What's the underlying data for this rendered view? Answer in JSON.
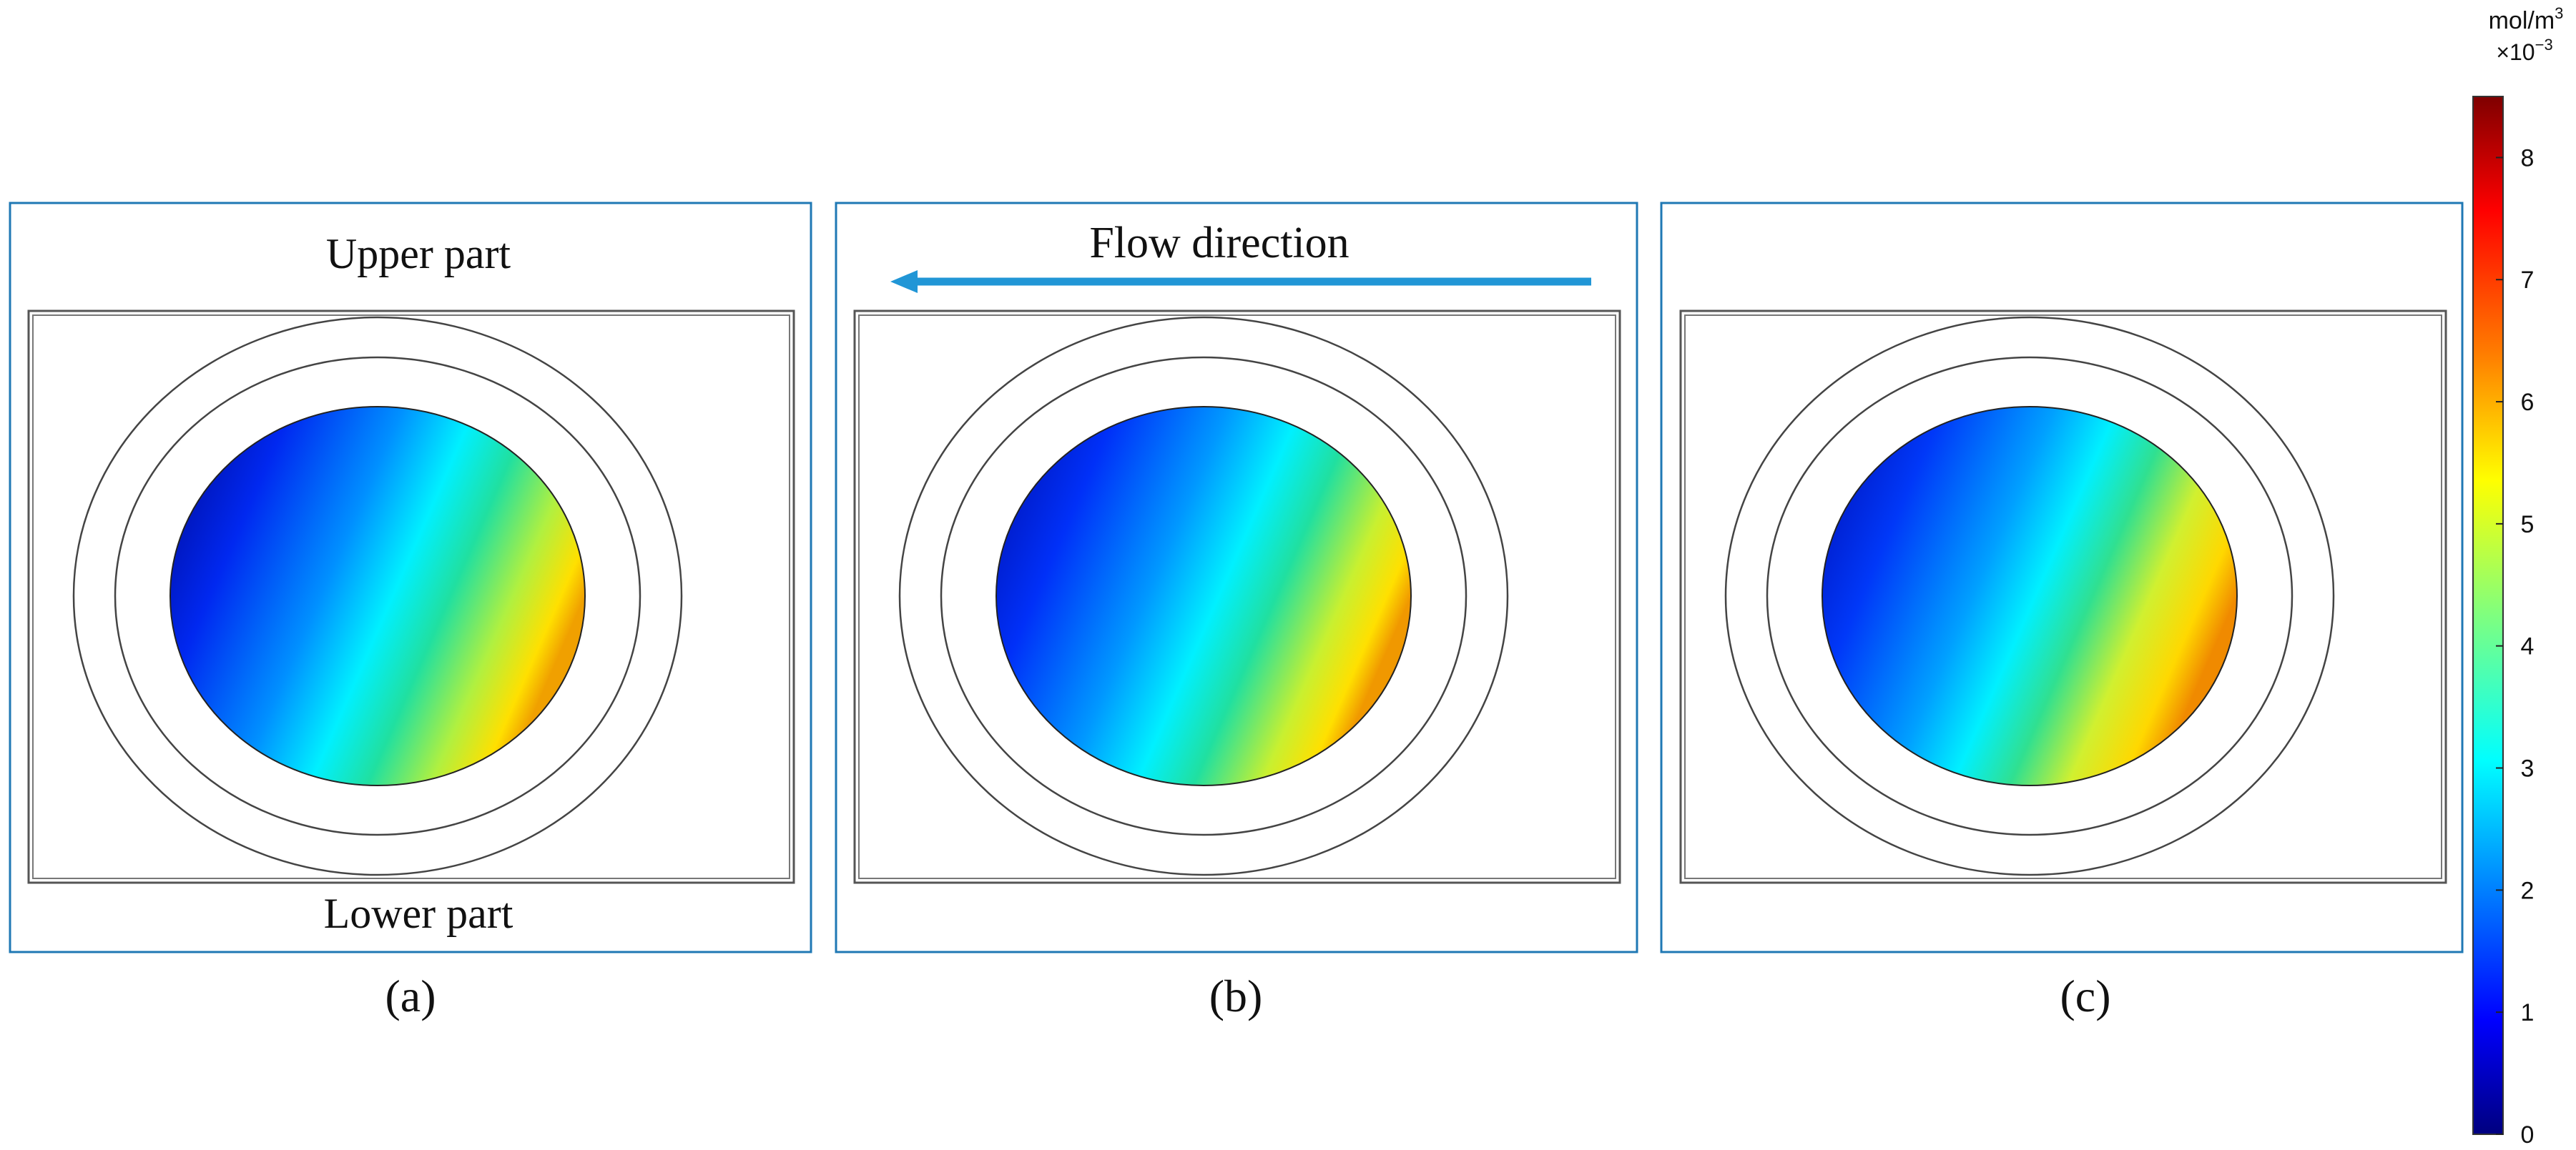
{
  "annotations": {
    "upper_part": "Upper part",
    "lower_part": "Lower part",
    "flow_direction": "Flow direction"
  },
  "panels": [
    {
      "caption": "(a)"
    },
    {
      "caption": "(b)"
    },
    {
      "caption": "(c)"
    }
  ],
  "colorbar": {
    "unit": "mol/m",
    "unit_superscript": "3",
    "scale_prefix": "×10",
    "scale_exponent": "−3",
    "ticks": [
      "8",
      "7",
      "6",
      "5",
      "4",
      "3",
      "2",
      "1",
      "0"
    ],
    "range": [
      0,
      8.5
    ],
    "colormap": "jet",
    "colors": [
      "#00007f",
      "#0000ff",
      "#00ffff",
      "#7fff7f",
      "#ffff00",
      "#ff7f00",
      "#ff0000",
      "#7f0000"
    ]
  },
  "colors": {
    "panel_border": "#1f78b4",
    "arrow": "#2196d6",
    "outline": "#555555"
  }
}
